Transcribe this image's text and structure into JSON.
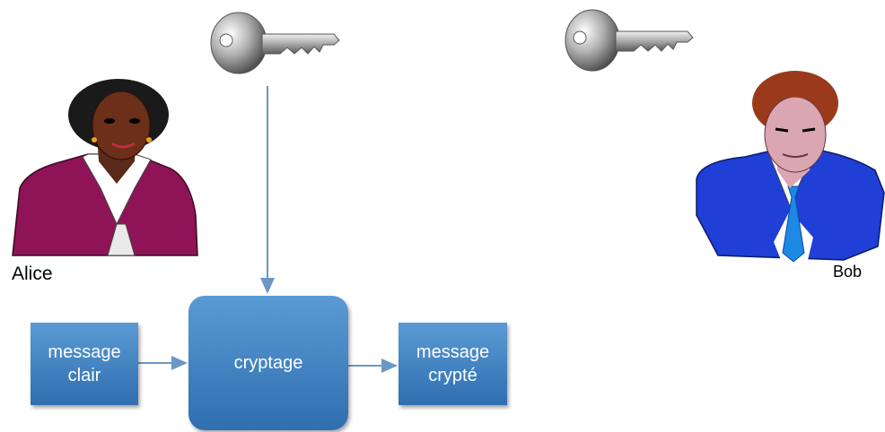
{
  "people": {
    "alice": {
      "name": "Alice"
    },
    "bob": {
      "name": "Bob"
    }
  },
  "boxes": {
    "plain": "message\nclair",
    "encrypt": "cryptage",
    "cipher": "message\ncrypté"
  },
  "colors": {
    "box": "#3b7dc0",
    "arrow": "#6a97c6",
    "alice_jacket": "#8e1457",
    "bob_jacket": "#1f3fd6",
    "key": "#9a9a9a"
  }
}
